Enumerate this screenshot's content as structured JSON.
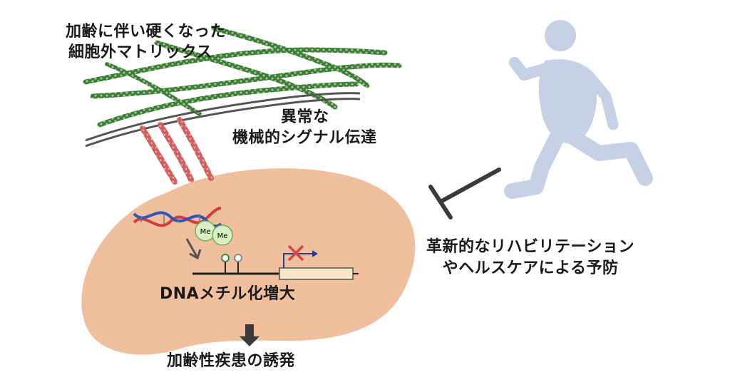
{
  "labels": {
    "ecm_line1": "加齢に伴い硬くなった",
    "ecm_line2": "細胞外マトリックス",
    "mech_line1": "異常な",
    "mech_line2": "機械的シグナル伝達",
    "dna_methylation": "DNAメチル化増大",
    "disease": "加齢性疾患の誘発",
    "rehab_line1": "革新的なリハビリテーション",
    "rehab_line2": "やヘルスケアによる予防"
  },
  "methyl_label": "Me",
  "colors": {
    "cell": "#efbf9e",
    "fiber": "#3c7a3c",
    "fiber_light": "#8fbf72",
    "integrin": "#d26a6a",
    "runner": "#c7d1e6",
    "dna_red": "#d63a3a",
    "dna_blue": "#2a57b8",
    "methyl": "#cfe8b8",
    "inhibit": "#3a3a3a"
  }
}
